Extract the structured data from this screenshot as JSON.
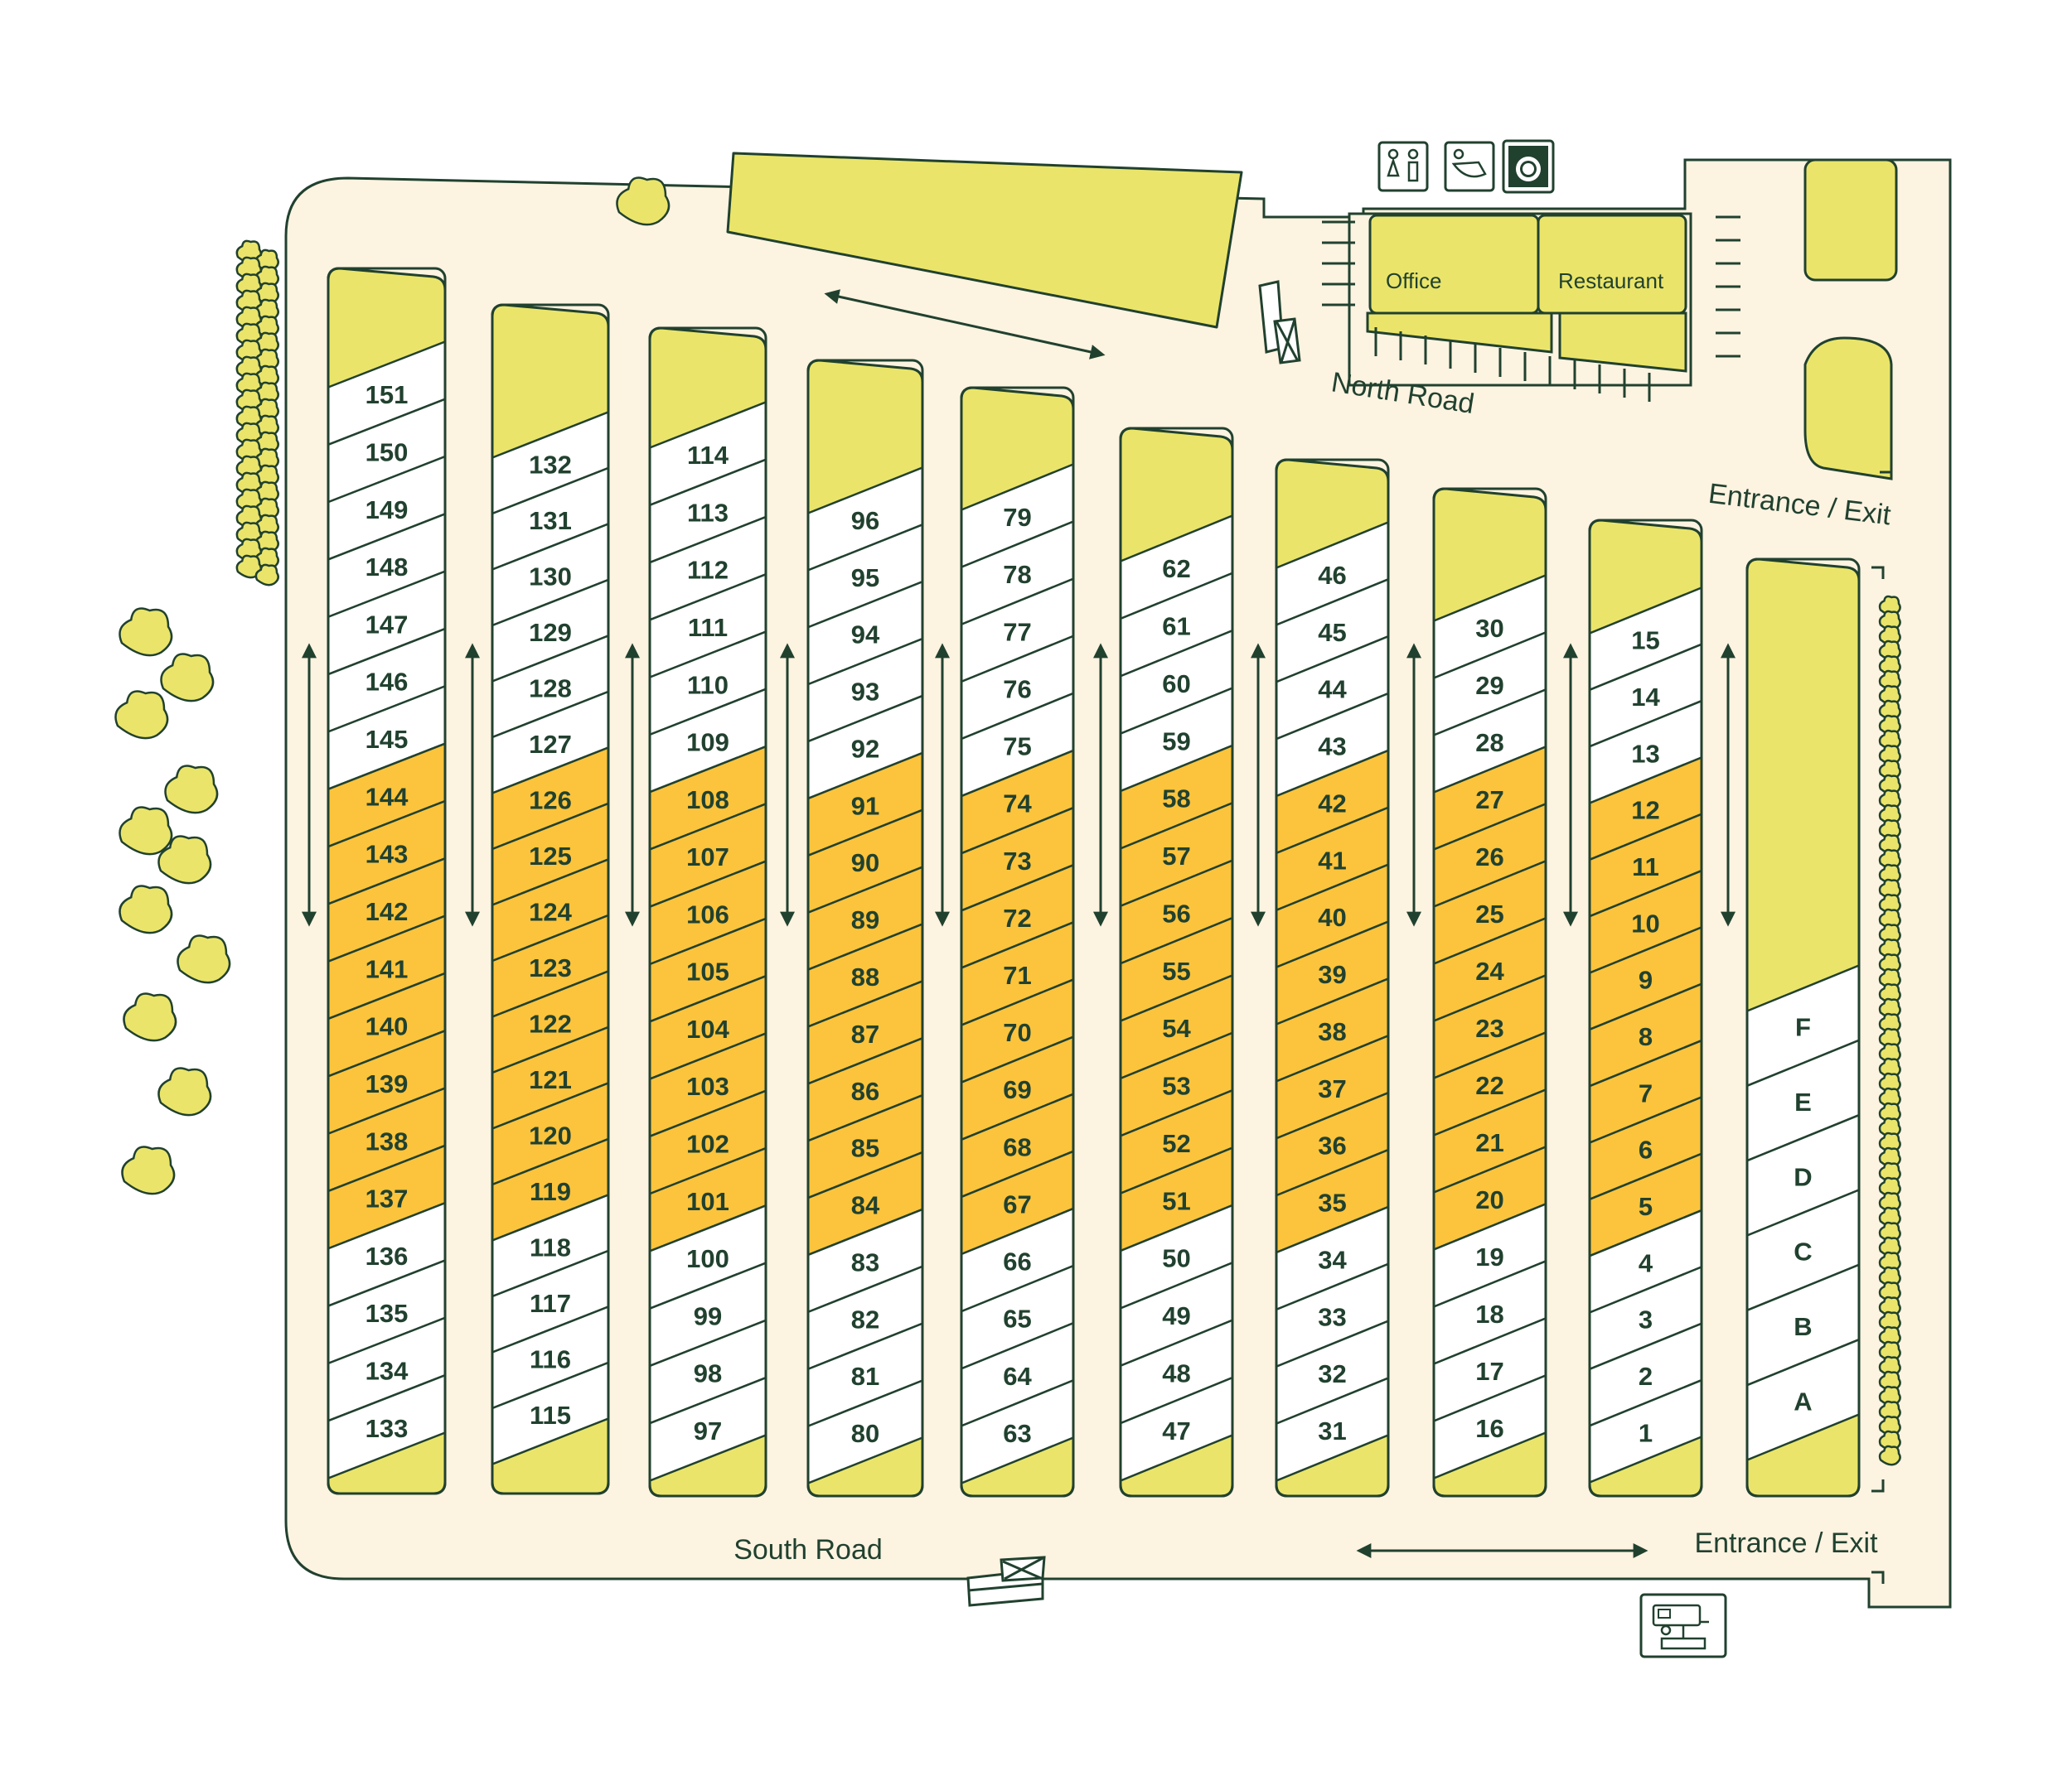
{
  "colors": {
    "background": "#ffffff",
    "road": "#fdf3e1",
    "green": "#eae56a",
    "orange": "#fcc43c",
    "white": "#ffffff",
    "stroke": "#21412f"
  },
  "labels": {
    "north_road": "North Road",
    "south_road": "South Road",
    "entrance_top": "Entrance / Exit",
    "entrance_bottom": "Entrance / Exit",
    "office": "Office",
    "restaurant": "Restaurant"
  },
  "icons": [
    "toilets-icon",
    "shower-icon",
    "laundry-icon",
    "mailbox-icon",
    "dump-station-icon",
    "rv-icon"
  ],
  "rows": [
    {
      "sites": [
        "151",
        "150",
        "149",
        "148",
        "147",
        "146",
        "145",
        "144",
        "143",
        "142",
        "141",
        "140",
        "139",
        "138",
        "137",
        "136",
        "135",
        "134",
        "133"
      ],
      "highlighted": [
        "144",
        "143",
        "142",
        "141",
        "140",
        "139",
        "138",
        "137"
      ]
    },
    {
      "sites": [
        "132",
        "131",
        "130",
        "129",
        "128",
        "127",
        "126",
        "125",
        "124",
        "123",
        "122",
        "121",
        "120",
        "119",
        "118",
        "117",
        "116",
        "115"
      ],
      "highlighted": [
        "126",
        "125",
        "124",
        "123",
        "122",
        "121",
        "120",
        "119"
      ]
    },
    {
      "sites": [
        "114",
        "113",
        "112",
        "111",
        "110",
        "109",
        "108",
        "107",
        "106",
        "105",
        "104",
        "103",
        "102",
        "101",
        "100",
        "99",
        "98",
        "97"
      ],
      "highlighted": [
        "108",
        "107",
        "106",
        "105",
        "104",
        "103",
        "102",
        "101"
      ]
    },
    {
      "sites": [
        "96",
        "95",
        "94",
        "93",
        "92",
        "91",
        "90",
        "89",
        "88",
        "87",
        "86",
        "85",
        "84",
        "83",
        "82",
        "81",
        "80"
      ],
      "highlighted": [
        "91",
        "90",
        "89",
        "88",
        "87",
        "86",
        "85",
        "84"
      ]
    },
    {
      "sites": [
        "79",
        "78",
        "77",
        "76",
        "75",
        "74",
        "73",
        "72",
        "71",
        "70",
        "69",
        "68",
        "67",
        "66",
        "65",
        "64",
        "63"
      ],
      "highlighted": [
        "74",
        "73",
        "72",
        "71",
        "70",
        "69",
        "68",
        "67"
      ]
    },
    {
      "sites": [
        "62",
        "61",
        "60",
        "59",
        "58",
        "57",
        "56",
        "55",
        "54",
        "53",
        "52",
        "51",
        "50",
        "49",
        "48",
        "47"
      ],
      "highlighted": [
        "58",
        "57",
        "56",
        "55",
        "54",
        "53",
        "52",
        "51"
      ]
    },
    {
      "sites": [
        "46",
        "45",
        "44",
        "43",
        "42",
        "41",
        "40",
        "39",
        "38",
        "37",
        "36",
        "35",
        "34",
        "33",
        "32",
        "31"
      ],
      "highlighted": [
        "42",
        "41",
        "40",
        "39",
        "38",
        "37",
        "36",
        "35"
      ]
    },
    {
      "sites": [
        "30",
        "29",
        "28",
        "27",
        "26",
        "25",
        "24",
        "23",
        "22",
        "21",
        "20",
        "19",
        "18",
        "17",
        "16"
      ],
      "highlighted": [
        "27",
        "26",
        "25",
        "24",
        "23",
        "22",
        "21",
        "20"
      ]
    },
    {
      "sites": [
        "15",
        "14",
        "13",
        "12",
        "11",
        "10",
        "9",
        "8",
        "7",
        "6",
        "5",
        "4",
        "3",
        "2",
        "1"
      ],
      "highlighted": [
        "12",
        "11",
        "10",
        "9",
        "8",
        "7",
        "6",
        "5"
      ]
    },
    {
      "sites": [
        "F",
        "E",
        "D",
        "C",
        "B",
        "A"
      ],
      "highlighted": []
    }
  ]
}
